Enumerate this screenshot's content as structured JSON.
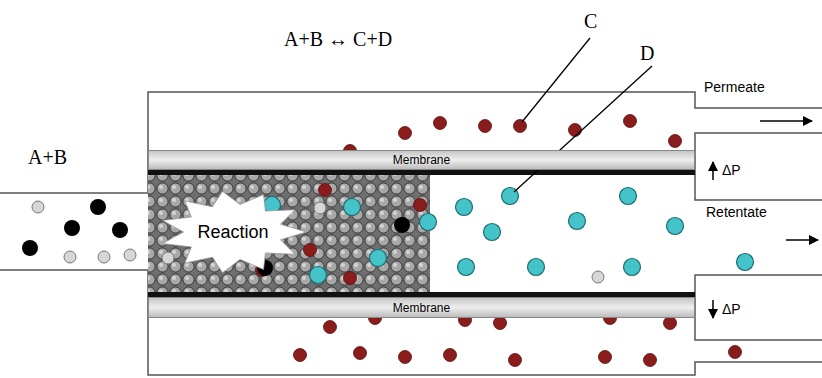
{
  "diagram": {
    "title": "A+B ↔ C+D",
    "nodes": [
      {
        "text": [
          "Membrane"
        ]
      },
      {
        "text": [
          "Reaction"
        ]
      },
      {
        "text": [
          "Membrane"
        ]
      }
    ],
    "labels": [
      "A+B",
      "C",
      "D",
      "Permeate",
      "ΔP",
      "Retentate",
      "ΔP"
    ]
  }
}
